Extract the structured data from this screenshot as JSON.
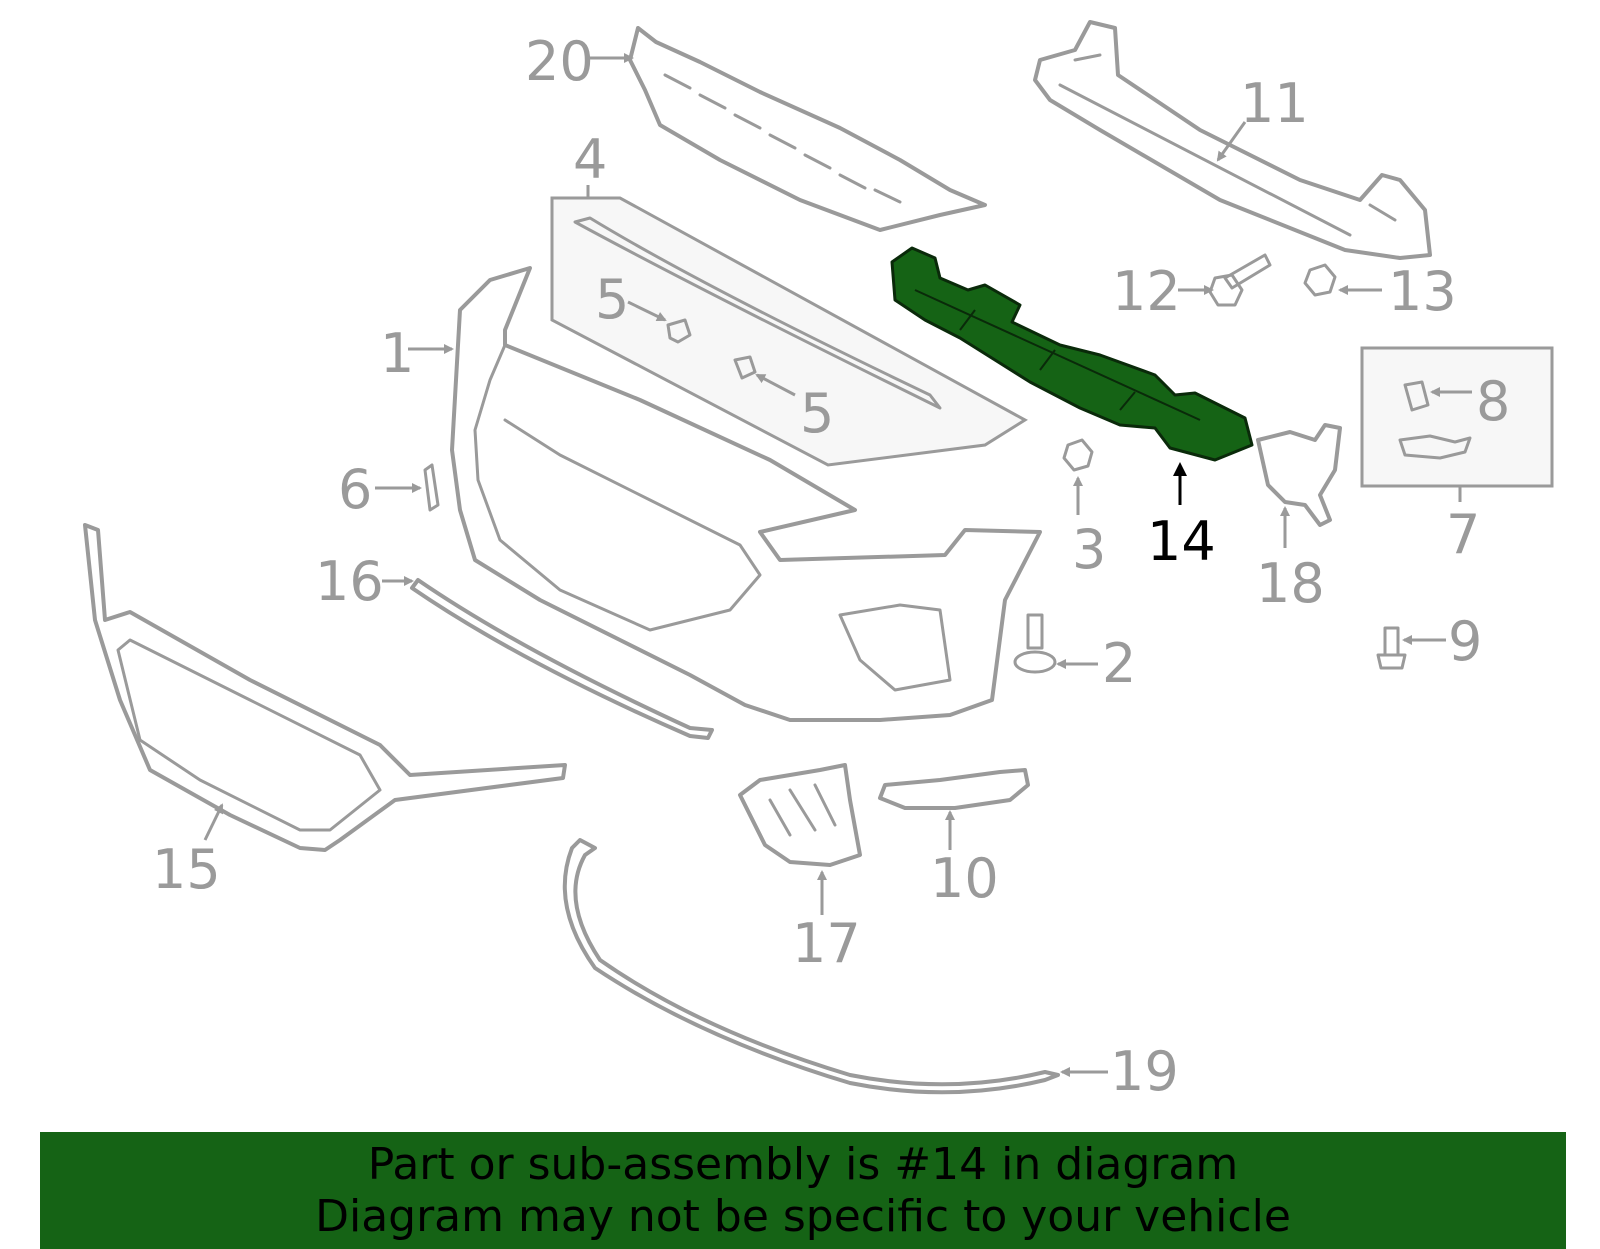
{
  "highlight_color": "#156315",
  "callout_color": "#9a9a9a",
  "callouts": {
    "c1": "1",
    "c2": "2",
    "c3": "3",
    "c4": "4",
    "c5a": "5",
    "c5b": "5",
    "c6": "6",
    "c7": "7",
    "c8": "8",
    "c9": "9",
    "c10": "10",
    "c11": "11",
    "c12": "12",
    "c13": "13",
    "c14": "14",
    "c15": "15",
    "c16": "16",
    "c17": "17",
    "c18": "18",
    "c19": "19",
    "c20": "20"
  },
  "highlighted_part": "14",
  "banner": {
    "line1": "Part or sub-assembly is #14 in diagram",
    "line2": "Diagram may not be specific to your vehicle"
  }
}
